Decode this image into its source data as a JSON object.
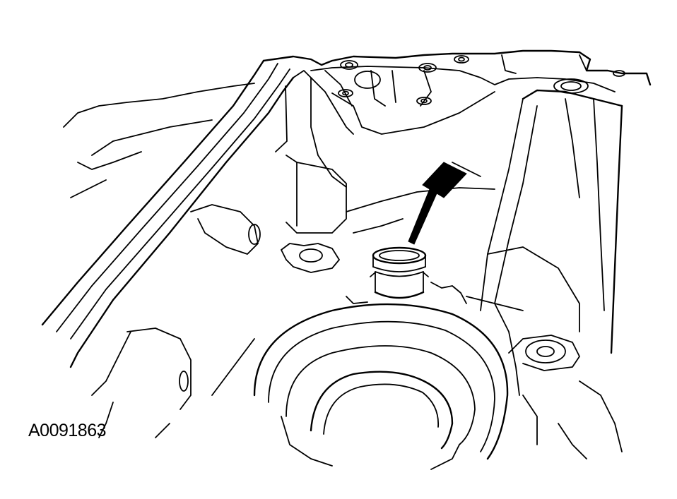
{
  "figure": {
    "id_label": "A0091863",
    "line_color": "#000000",
    "background": "#ffffff",
    "callouts": [
      {
        "name": "pointer-arrow",
        "points_to": "plug"
      }
    ]
  }
}
